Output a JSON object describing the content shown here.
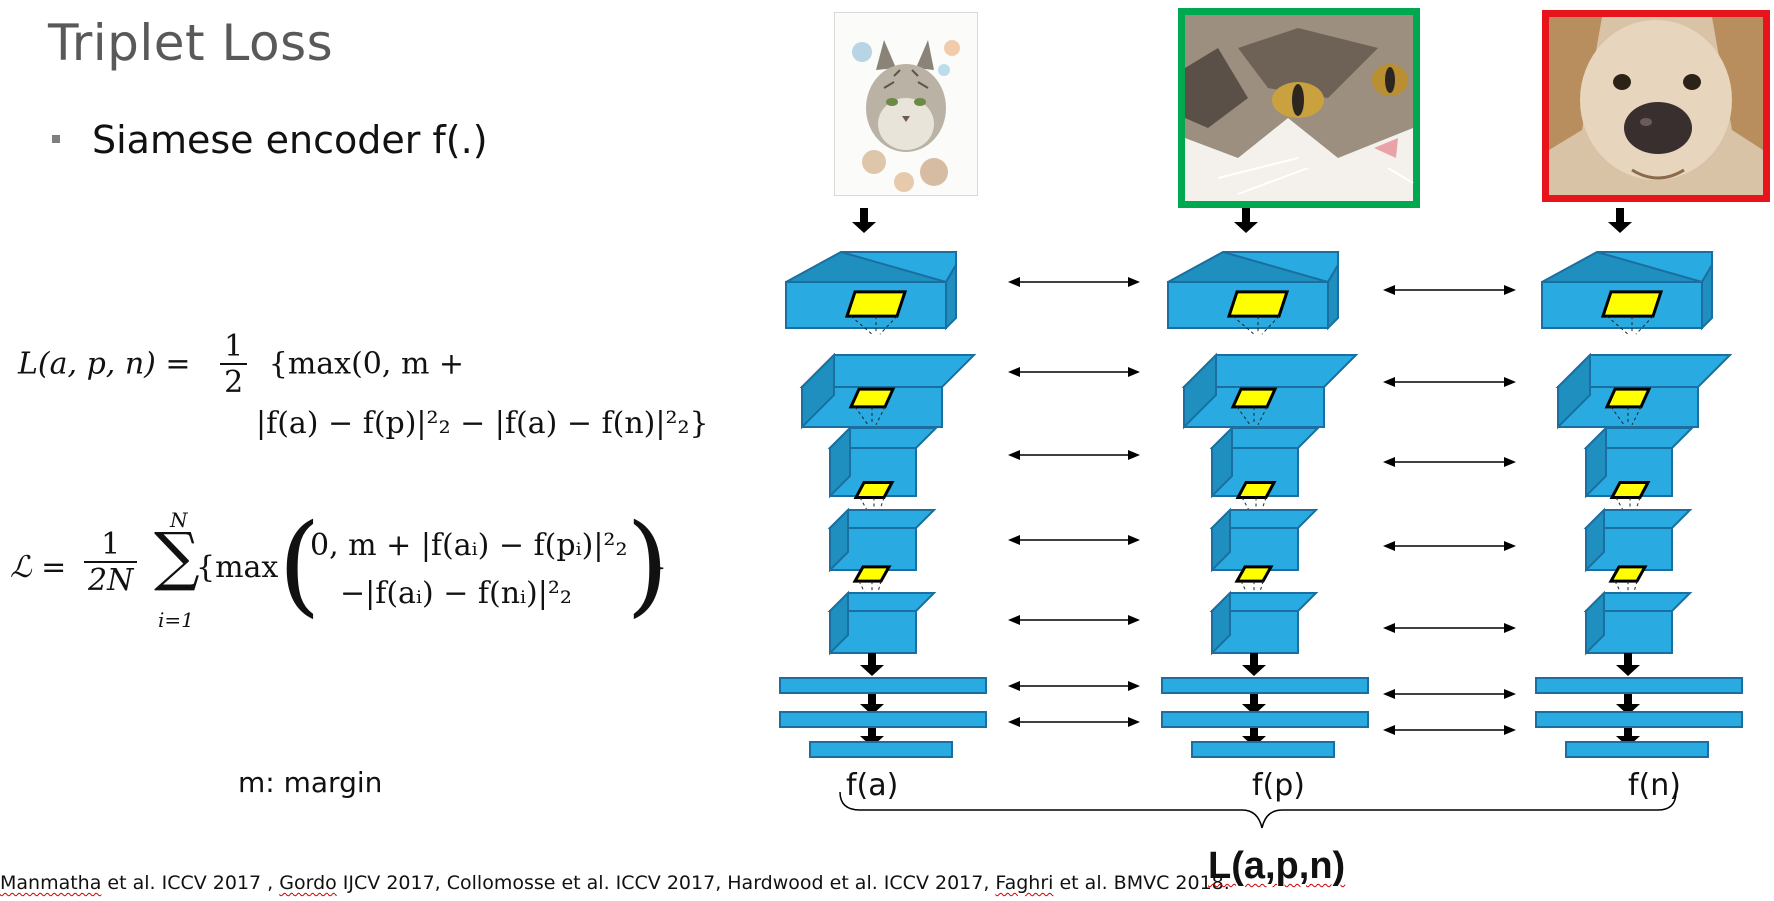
{
  "slide": {
    "title": "Triplet Loss",
    "bullet": "Siamese encoder f(.)"
  },
  "equations": {
    "pair": {
      "lhs": "L(a, p, n) =",
      "frac_num": "1",
      "frac_den": "2",
      "line1": "{max(0, m +",
      "line2": "|f(a) − f(p)|²₂ − |f(a) − f(n)|²₂}"
    },
    "batch": {
      "lhs": "ℒ =",
      "frac_num": "1",
      "frac_den": "2N",
      "sum_top": "N",
      "sum_bottom": "i=1",
      "prefix": "{max",
      "row1": "0, m + |f(aᵢ) − f(pᵢ)|²₂",
      "row2": "−|f(aᵢ) − f(nᵢ)|²₂",
      "suffix": "}"
    }
  },
  "margin_note": "m: margin",
  "references": {
    "parts": [
      "Manmatha",
      " et al. ICCV 2017 , ",
      "Gordo",
      " IJCV 2017, Collomosse et al. ICCV 2017, Hardwood et al. ICCV 2017, ",
      "Faghri",
      " et al. BMVC 2018."
    ]
  },
  "diagram": {
    "outputs": [
      "f(a)",
      "f(p)",
      "f(n)"
    ],
    "loss_label": "L(a,p,n)",
    "images": [
      {
        "role": "anchor",
        "subject": "watercolor lynx",
        "border": "none"
      },
      {
        "role": "positive",
        "subject": "watercolor cat",
        "border": "#00a94f"
      },
      {
        "role": "negative",
        "subject": "watercolor dog",
        "border": "#e8141b"
      }
    ],
    "colors": {
      "layer_fill": "#29abe2",
      "layer_dark": "#1f8fc0",
      "layer_stroke": "#1a6fa0",
      "kernel": "#ffff00"
    }
  }
}
